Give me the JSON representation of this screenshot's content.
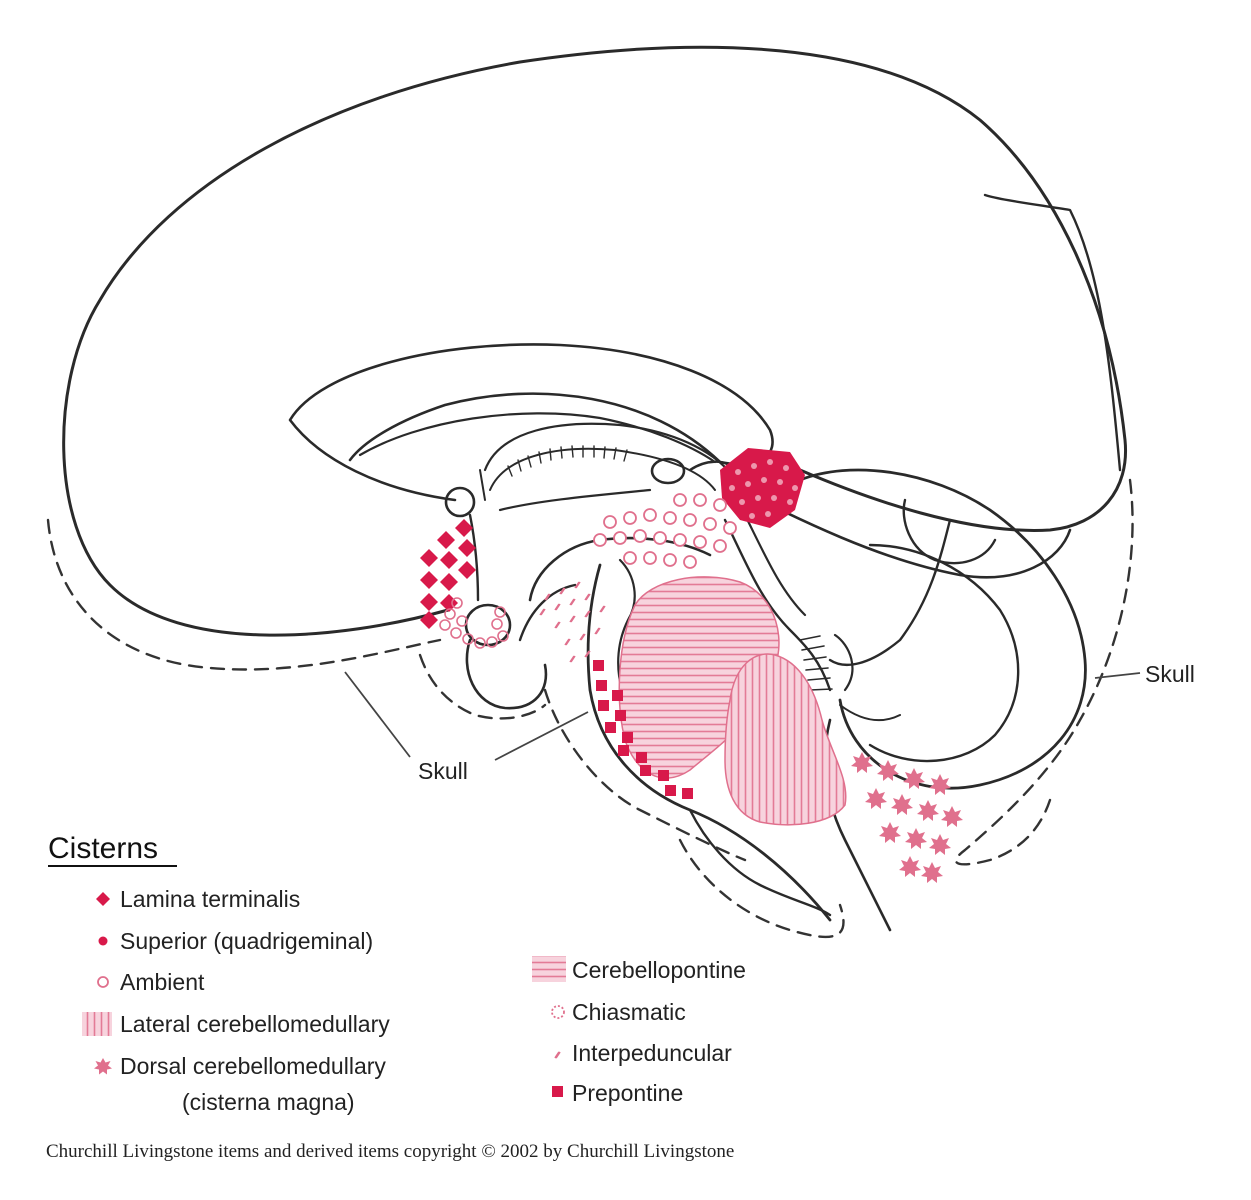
{
  "labels": {
    "skull_left": "Skull",
    "skull_right": "Skull"
  },
  "legend": {
    "title": "Cisterns",
    "left_items": [
      {
        "label": "Lamina terminalis",
        "symbol": "diamond-icon"
      },
      {
        "label": "Superior (quadrigeminal)",
        "symbol": "dot-icon"
      },
      {
        "label": "Ambient",
        "symbol": "circle-outline-icon"
      },
      {
        "label": "Lateral cerebellomedullary",
        "symbol": "vertical-stripes-icon"
      },
      {
        "label": "Dorsal cerebellomedullary",
        "label2": "(cisterna magna)",
        "symbol": "star-icon"
      }
    ],
    "right_items": [
      {
        "label": "Cerebellopontine",
        "symbol": "horizontal-stripes-icon"
      },
      {
        "label": "Chiasmatic",
        "symbol": "dotted-ring-icon"
      },
      {
        "label": "Interpeduncular",
        "symbol": "squiggle-icon"
      },
      {
        "label": "Prepontine",
        "symbol": "square-icon"
      }
    ]
  },
  "copyright": "Churchill Livingstone items and derived items copyright © 2002 by Churchill Livingstone",
  "colors": {
    "outline": "#2a2a2a",
    "crimson": "#d8194a",
    "pink": "#e0708d",
    "pink_fill": "#f6cad6",
    "pink_stripe": "#e37b96"
  }
}
